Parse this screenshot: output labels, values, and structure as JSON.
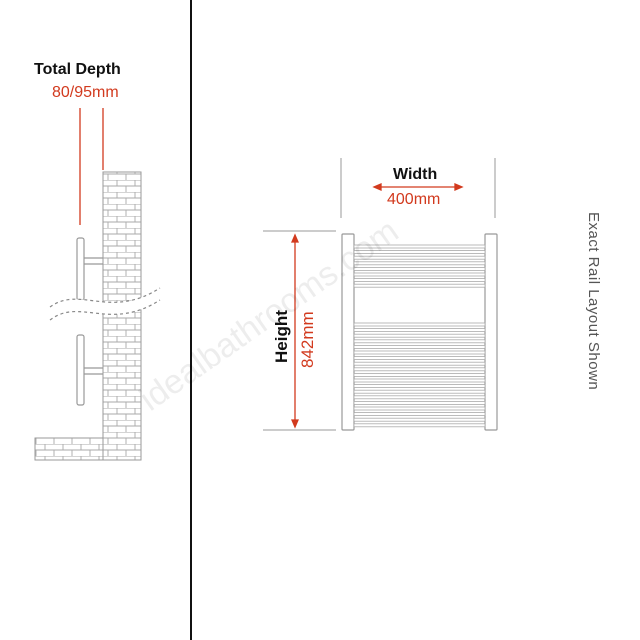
{
  "diagram": {
    "depth": {
      "title": "Total Depth",
      "value": "80/95mm"
    },
    "width": {
      "title": "Width",
      "value": "400mm"
    },
    "height": {
      "title": "Height",
      "value": "842mm"
    },
    "note": "Exact Rail Layout Shown",
    "watermark": "idealbathrooms.com"
  },
  "colors": {
    "dimension": "#d23a1e",
    "line": "#111111",
    "drawing": "#999999"
  }
}
